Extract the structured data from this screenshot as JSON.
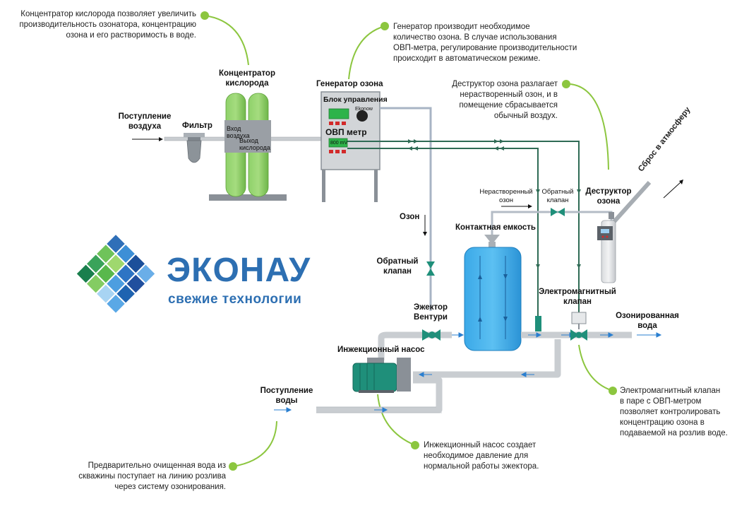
{
  "colors": {
    "green_accent": "#8cc63f",
    "logo_blue": "#2d6fb2",
    "water_blue": "#2a9be0",
    "gas_line": "#2f6b55",
    "pipe_grey": "#c9cdd1"
  },
  "notes": {
    "oxygen": "Концентратор кислорода позволяет увеличить\nпроизводительность озонатора, концентрацию\nозона и его растворимость в воде.",
    "generator": "Генератор производит необходимое\nколичество озона. В случае использования\nОВП-метра, регулирование производительности\nпроисходит в автоматическом режиме.",
    "destructor": "Деструктор озона разлагает\nнерастворенный озон, и в\nпомещение сбрасывается\nобычный воздух.",
    "valve": "Электромагнитный клапан\nв паре с ОВП-метром\nпозволяет контролировать\nконцентрацию озона в\nподаваемой на розлив воде.",
    "pump": "Инжекционный насос создает\nнеобходимое давление для\nнормальной работы эжектора.",
    "water": "Предварительно очищенная вода из\nскважины поступает на линию розлива\nчерез систему озонирования."
  },
  "labels": {
    "air_in": "Поступление\nвоздуха",
    "filter": "Фильтр",
    "concentrator": "Концентратор\nкислорода",
    "conc_in": "Вход\nвоздуха",
    "conc_out": "Выход\nкислорода",
    "generator": "Генератор озона",
    "control_block": "Блок управления",
    "orp_meter": "ОВП метр",
    "brand_small": "Ekonow",
    "orp_value": "800 mV",
    "ozone": "Озон",
    "check_valve": "Обратный\nклапан",
    "ejector": "Эжектор\nВентури",
    "undissolved": "Нерастворенный\nозон",
    "check_valve2": "Обратный\nклапан",
    "destructor": "Деструктор\nозона",
    "vent": "Сброс в атмосферу",
    "tank": "Контактная емкость",
    "solenoid": "Электромагнитный\nклапан",
    "ozonated_water": "Озонированная\nвода",
    "pump": "Инжекционный насос",
    "water_in": "Поступление\nводы"
  },
  "logo": {
    "name": "ЭКОНАУ",
    "slogan": "свежие технологии"
  }
}
